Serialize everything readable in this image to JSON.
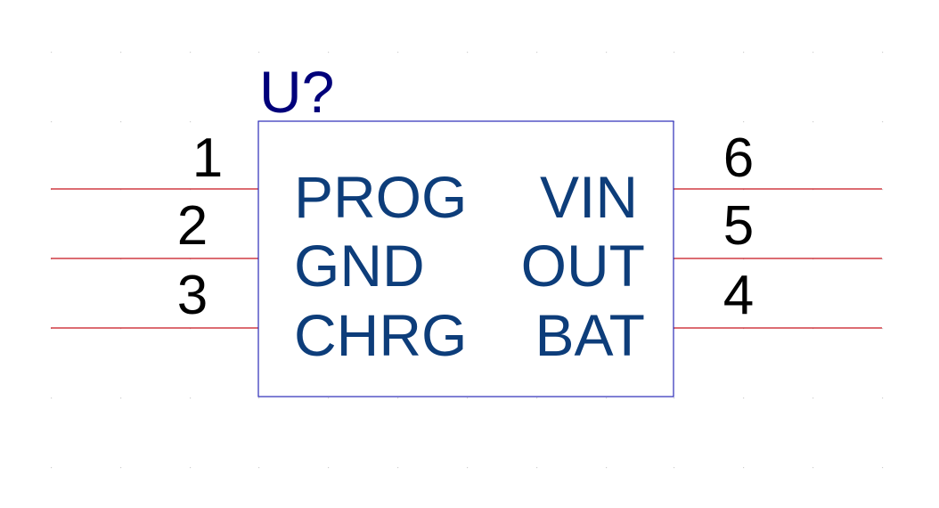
{
  "component": {
    "refdes": "U?",
    "colors": {
      "body_outline": "#2b2bb8",
      "refdes_text": "#00007a",
      "pin_line": "#c8141e",
      "pin_number_text": "#000000",
      "pin_name_text": "#0d3d7a",
      "grid_dot": "#cfcfcf"
    },
    "pins_left": [
      {
        "number": "1",
        "name": "PROG"
      },
      {
        "number": "2",
        "name": "GND"
      },
      {
        "number": "3",
        "name": "CHRG"
      }
    ],
    "pins_right": [
      {
        "number": "6",
        "name": "VIN"
      },
      {
        "number": "5",
        "name": "OUT"
      },
      {
        "number": "4",
        "name": "BAT"
      }
    ]
  }
}
